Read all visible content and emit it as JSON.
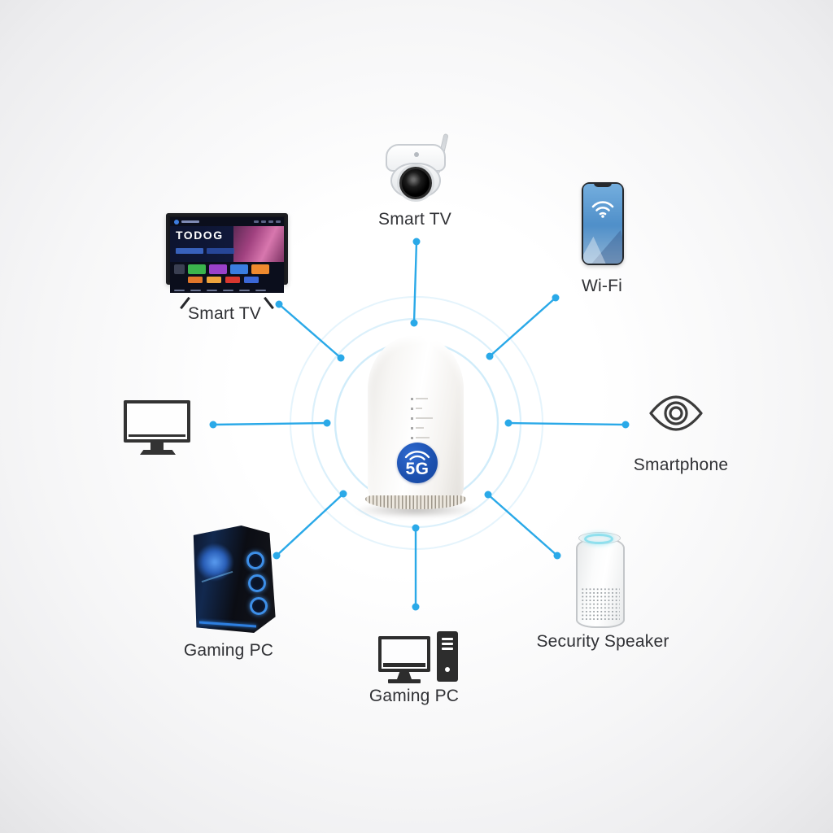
{
  "title": "5G router connected devices diagram",
  "colors": {
    "accent": "#2aa9e8",
    "ring": "#a9dcf6",
    "badge_blue": "#1c50ae",
    "label": "#303135",
    "bg_edge": "#e4e4e6"
  },
  "hub": {
    "badge_label": "5G",
    "led_count": 6
  },
  "tv_screen": {
    "headline": "TODOG"
  },
  "devices": [
    {
      "id": "smart-tv",
      "label": "Smart TV",
      "icon": "smart-tv-icon"
    },
    {
      "id": "security-camera",
      "label": "Smart TV",
      "icon": "security-camera-icon"
    },
    {
      "id": "wifi-phone",
      "label": "Wi-Fi",
      "icon": "wifi-phone-icon"
    },
    {
      "id": "eye",
      "label": "Smartphone",
      "icon": "eye-icon"
    },
    {
      "id": "speaker",
      "label": "Security Speaker",
      "icon": "smart-speaker-icon"
    },
    {
      "id": "desktop-pc",
      "label": "Gaming PC",
      "icon": "desktop-pc-icon"
    },
    {
      "id": "gaming-tower",
      "label": "Gaming PC",
      "icon": "gaming-tower-icon"
    },
    {
      "id": "monitor",
      "label": "",
      "icon": "monitor-icon"
    }
  ]
}
